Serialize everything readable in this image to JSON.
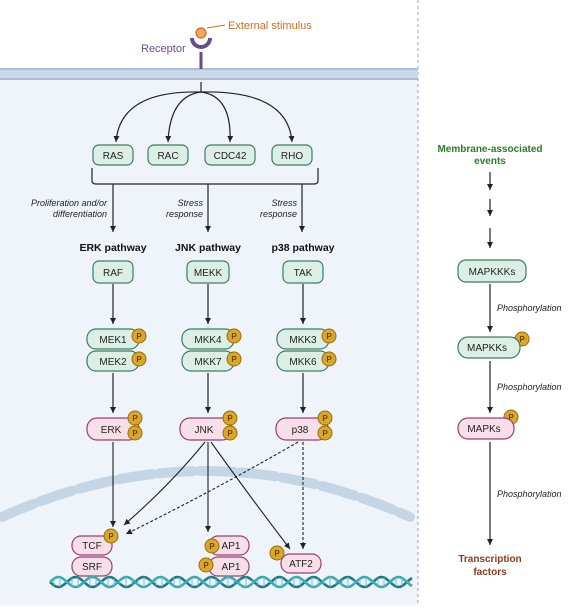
{
  "header": {
    "stimulus": "External stimulus",
    "receptor": "Receptor"
  },
  "gtpases": [
    "RAS",
    "RAC",
    "CDC42",
    "RHO"
  ],
  "annotations": {
    "erk": [
      "Proliferation and/or",
      "differentiation"
    ],
    "jnk": [
      "Stress",
      "response"
    ],
    "p38": [
      "Stress",
      "response"
    ]
  },
  "pathways": {
    "erk": {
      "title": "ERK pathway",
      "mapkkk": "RAF",
      "mapkk": [
        "MEK1",
        "MEK2"
      ],
      "mapk": "ERK"
    },
    "jnk": {
      "title": "JNK pathway",
      "mapkkk": "MEKK",
      "mapkk": [
        "MKK4",
        "MKK7"
      ],
      "mapk": "JNK"
    },
    "p38": {
      "title": "p38 pathway",
      "mapkkk": "TAK",
      "mapkk": [
        "MKK3",
        "MKK6"
      ],
      "mapk": "p38"
    }
  },
  "phospho_label": "P",
  "transcription_factors": {
    "tcf": "TCF",
    "srf": "SRF",
    "ap1": "AP1",
    "atf2": "ATF2"
  },
  "summary": {
    "membrane": [
      "Membrane-associated",
      "events"
    ],
    "mapkkks": "MAPKKKs",
    "mapkks": "MAPKKs",
    "mapks": "MAPKs",
    "phosphorylation": "Phosphorylation",
    "transcription": [
      "Transcription",
      "factors"
    ]
  },
  "colors": {
    "cell": "#eef4fa",
    "membrane": "#b9cfe2",
    "green_fill": "#dcefe6",
    "green_stroke": "#3f7a66",
    "pink_fill": "#f6dfe9",
    "pink_stroke": "#9c3f6d",
    "phospho_fill": "#d9a62e",
    "phospho_stroke": "#9a6c00",
    "stimulus": "#d56b1f",
    "receptor": "#6b4a8c",
    "membrane_title": "#2f7a2c",
    "transcription_title": "#8a3a1e",
    "dna_a": "#1e7b86",
    "dna_b": "#39a9b3"
  }
}
